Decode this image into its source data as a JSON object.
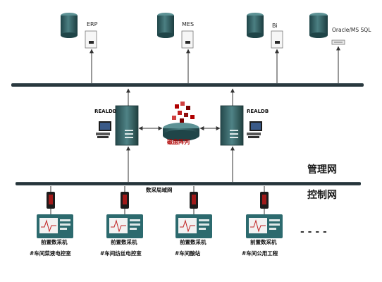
{
  "top_servers": [
    {
      "label": "ERP"
    },
    {
      "label": "MES"
    },
    {
      "label": "Bi"
    },
    {
      "label": "Oracle/MS SQL"
    }
  ],
  "realdb": {
    "left_label": "REALDB",
    "right_label": "REALDB"
  },
  "disk_array": {
    "label": "磁盘阵列"
  },
  "networks": {
    "management": "管理网",
    "control": "控制网",
    "lan_label": "数采局域网"
  },
  "workstations": [
    {
      "caption": "前置数采机",
      "location": "#车间菜液电控室"
    },
    {
      "caption": "前置数采机",
      "location": "#车间纺丝电控室"
    },
    {
      "caption": "前置数采机",
      "location": "#车间酸站"
    },
    {
      "caption": "前置数采机",
      "location": "#车间公用工程"
    }
  ],
  "more_indicator": "- - - -",
  "colors": {
    "server_teal": "#2f5f62",
    "bus_line": "#1e2d33",
    "monitor_bg": "#f2f2f2",
    "station_teal": "#2c6a6e",
    "disk_red": "#b00000",
    "ups_red": "#a11a1a"
  }
}
